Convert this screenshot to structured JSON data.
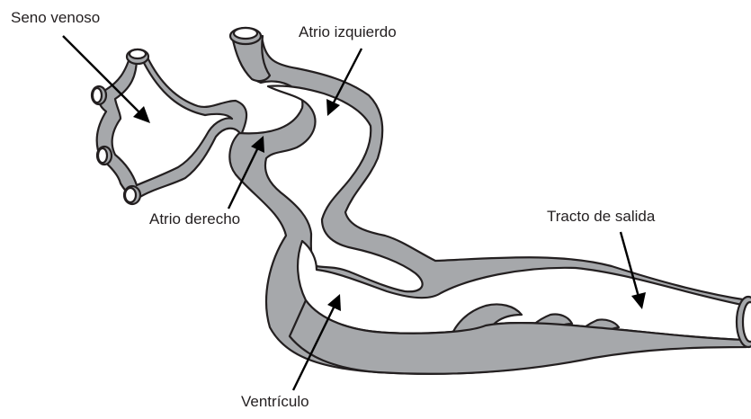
{
  "diagram": {
    "labels": {
      "seno_venoso": "Seno venoso",
      "atrio_izquierdo": "Atrio izquierdo",
      "atrio_derecho": "Atrio derecho",
      "tracto_de_salida": "Tracto de salida",
      "ventriculo": "Ventrículo"
    },
    "colors": {
      "tissue": "#a6a8ab",
      "outline": "#231f20",
      "lumen": "#ffffff",
      "label_text": "#231f20"
    }
  }
}
